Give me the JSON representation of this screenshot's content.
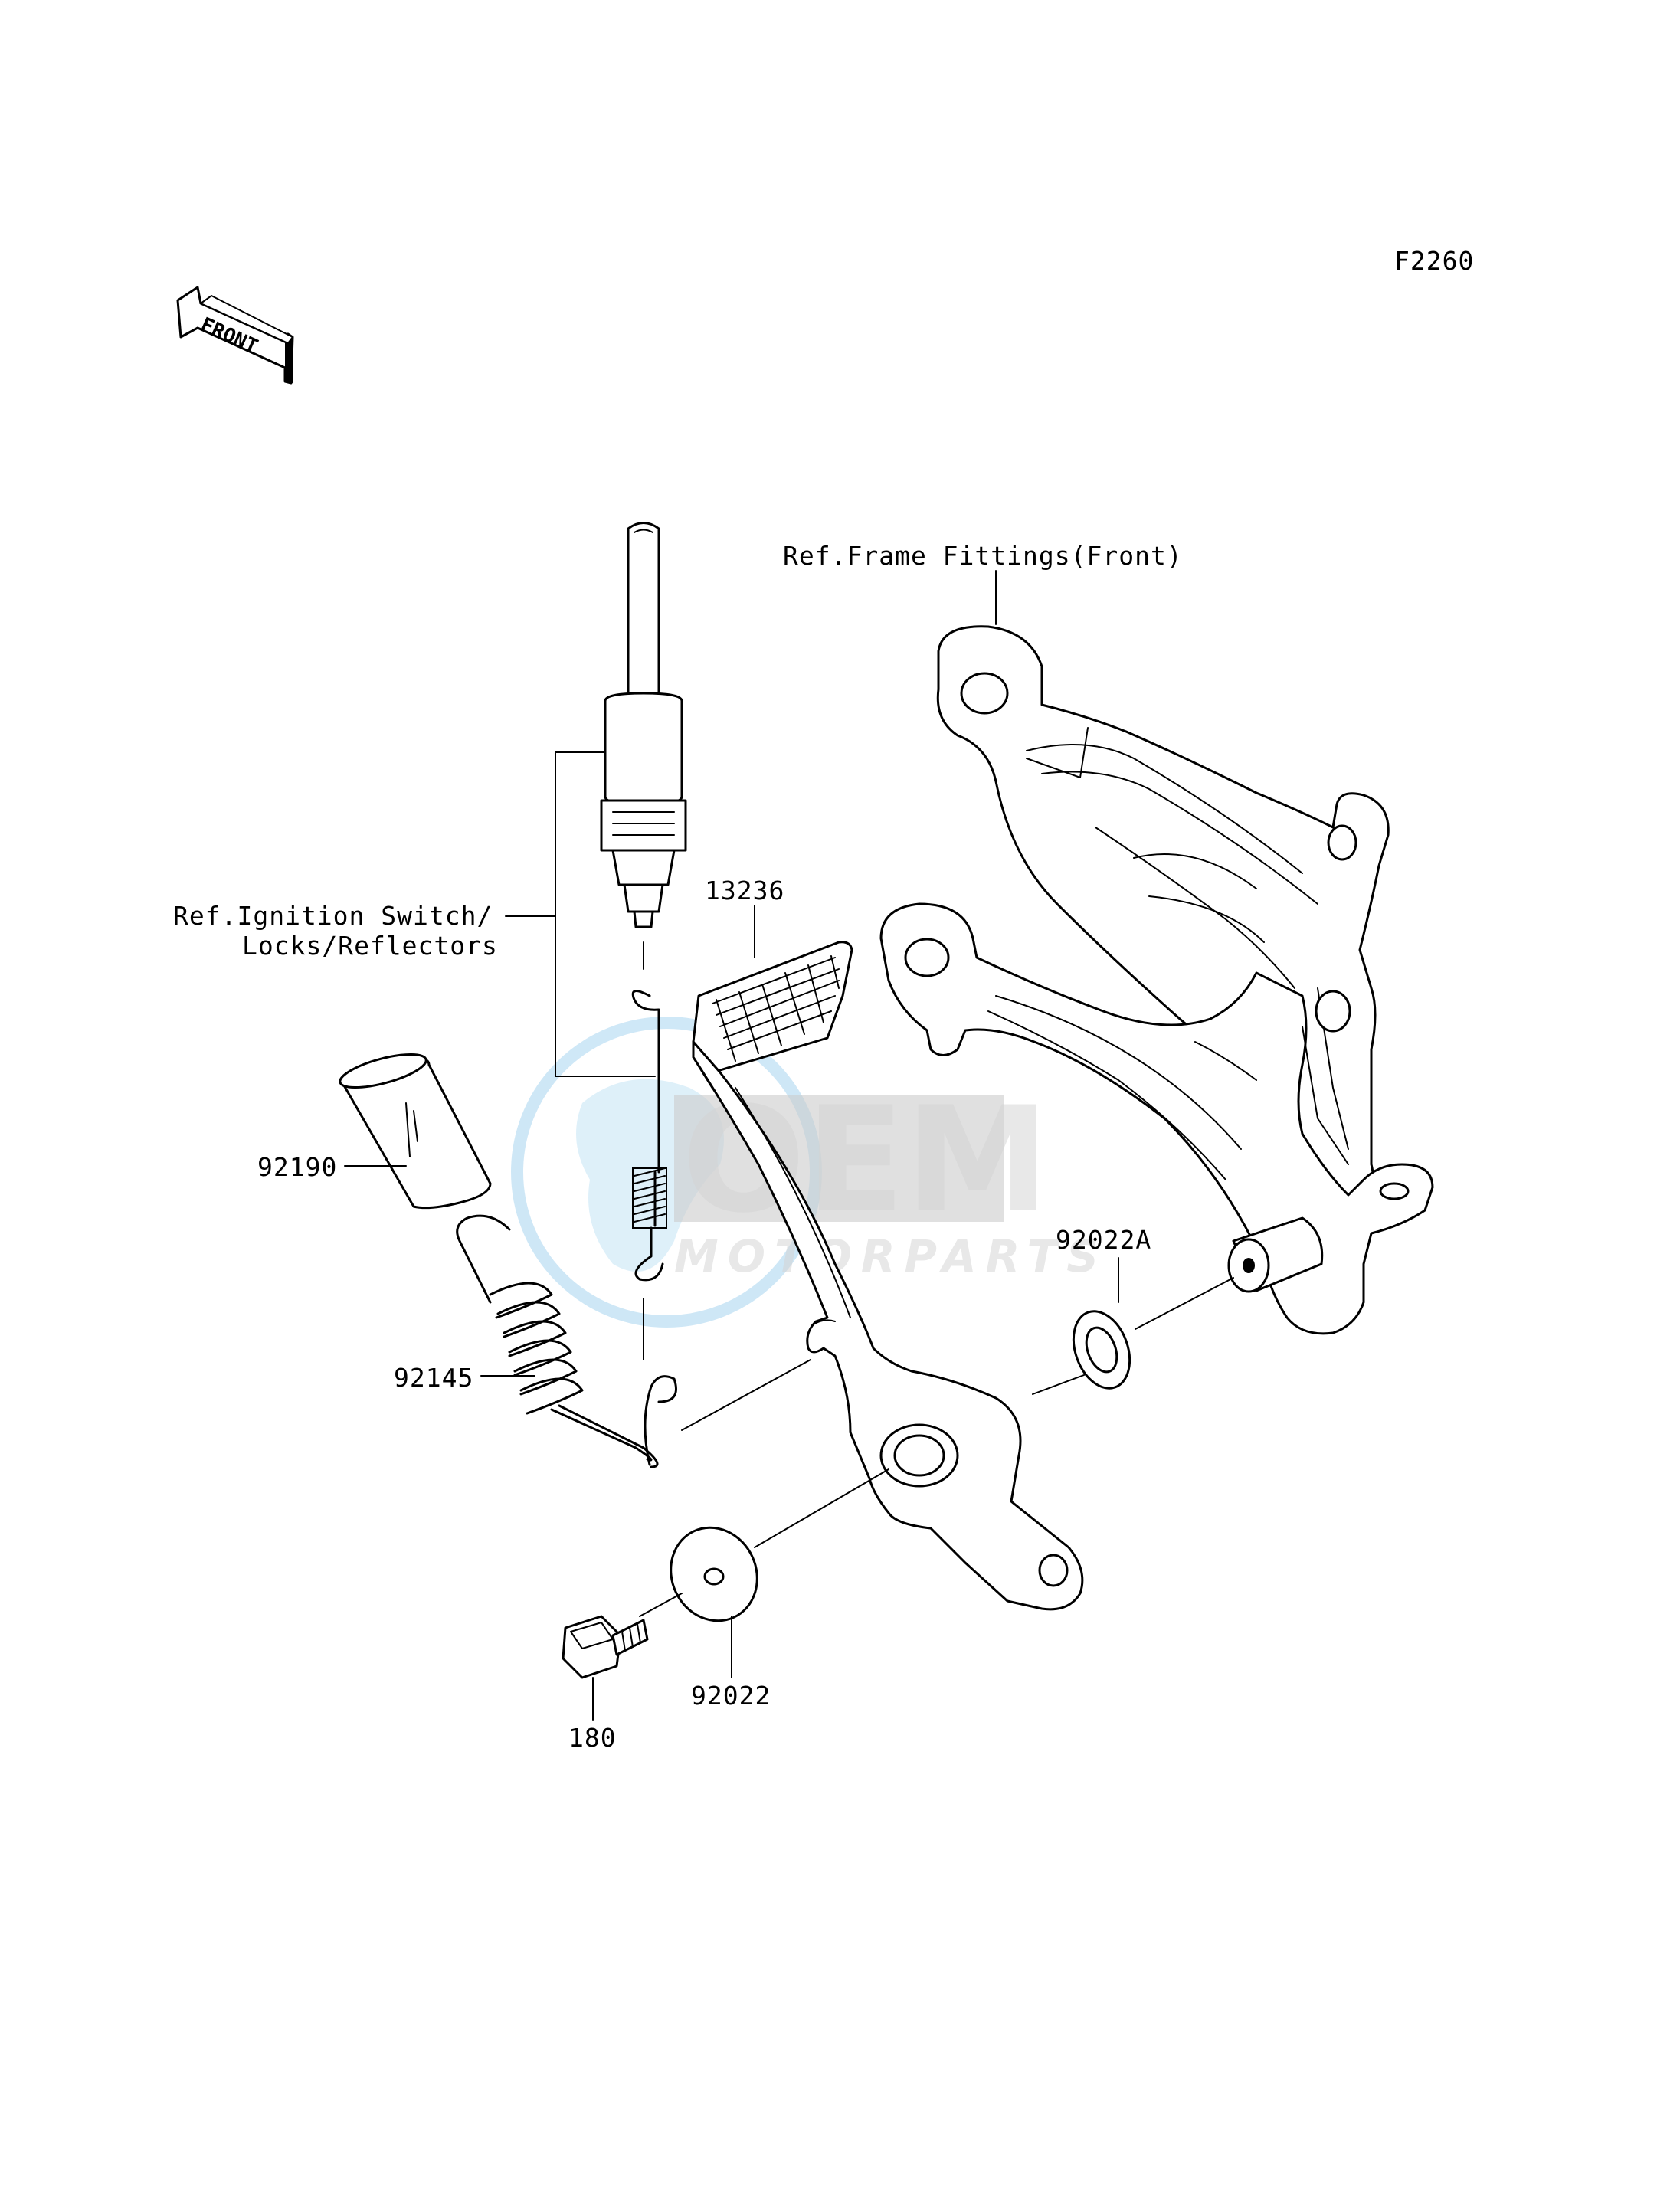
{
  "diagram_code": "F2260",
  "front_marker": "FRONT",
  "watermark": {
    "brand": "OEM",
    "sub": "MOTORPARTS"
  },
  "references": {
    "frame": "Ref.Frame Fittings(Front)",
    "ignition_line1": "Ref.Ignition Switch/",
    "ignition_line2": "Locks/Reflectors"
  },
  "parts": [
    {
      "id": "13236"
    },
    {
      "id": "92190"
    },
    {
      "id": "92145"
    },
    {
      "id": "92022A"
    },
    {
      "id": "92022"
    },
    {
      "id": "180"
    }
  ]
}
